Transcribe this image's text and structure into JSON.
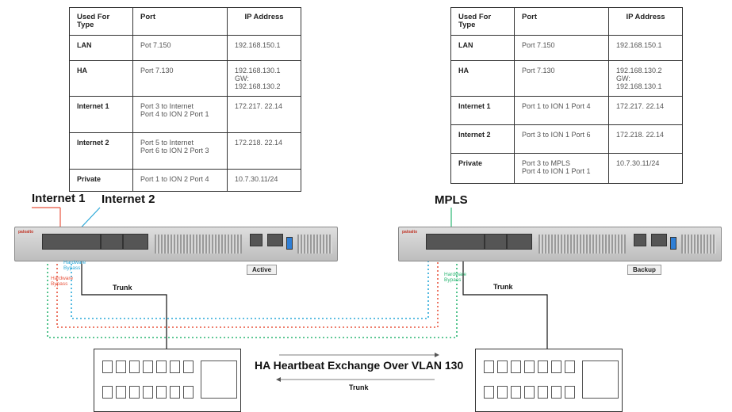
{
  "tables": {
    "left": {
      "headers": [
        "Used For Type",
        "Port",
        "IP Address"
      ],
      "rows": [
        {
          "type": "LAN",
          "port": "Pot 7.150",
          "ip": "192.168.150.1"
        },
        {
          "type": "HA",
          "port": "Port 7.130",
          "ip": "192.168.130.1\nGW: 192.168.130.2"
        },
        {
          "type": "Internet 1",
          "port": "Port 3 to Internet\nPort 4 to ION 2 Port 1",
          "ip": "172.217. 22.14"
        },
        {
          "type": "Internet 2",
          "port": "Port 5 to Internet\nPort 6 to ION 2 Port 3",
          "ip": "172.218. 22.14"
        },
        {
          "type": "Private",
          "port": "Port 1 to ION 2 Port 4",
          "ip": "10.7.30.11/24"
        }
      ]
    },
    "right": {
      "headers": [
        "Used For Type",
        "Port",
        "IP Address"
      ],
      "rows": [
        {
          "type": "LAN",
          "port": "Port 7.150",
          "ip": "192.168.150.1"
        },
        {
          "type": "HA",
          "port": "Port 7.130",
          "ip": "192.168.130.2\nGW: 192.168.130.1"
        },
        {
          "type": "Internet 1",
          "port": "Port 1 to ION 1 Port 4",
          "ip": "172.217. 22.14"
        },
        {
          "type": "Internet 2",
          "port": "Port 3 to ION 1 Port 6",
          "ip": "172.218. 22.14"
        },
        {
          "type": "Private",
          "port": "Port 3 to MPLS\nPort 4 to ION 1 Port 1",
          "ip": "10.7.30.11/24"
        }
      ]
    }
  },
  "labels": {
    "internet1": "Internet 1",
    "internet2": "Internet 2",
    "mpls": "MPLS",
    "hw_bypass_blue": "Hardware\nBypass",
    "hw_bypass_red": "Hardware\nBypass",
    "hw_bypass_green": "Hardware\nBypass",
    "trunk_left": "Trunk",
    "trunk_right": "Trunk",
    "trunk_bottom": "Trunk",
    "heartbeat": "HA Heartbeat Exchange Over VLAN 130",
    "active": "Active",
    "backup": "Backup",
    "logo": "paloalto"
  },
  "colors": {
    "red": "#e8553f",
    "blue": "#2aa8d8",
    "green": "#2bb673",
    "black": "#111111"
  }
}
